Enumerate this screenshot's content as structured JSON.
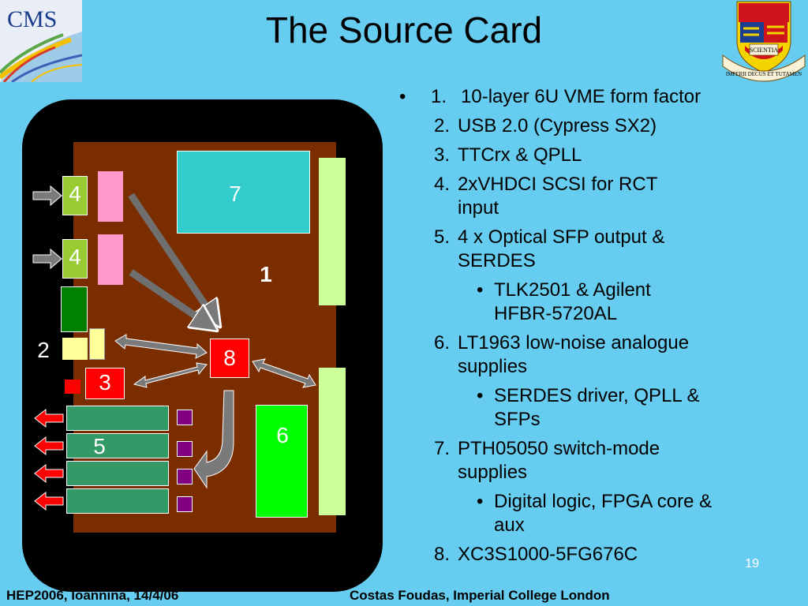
{
  "title": "The Source Card",
  "bullets": {
    "lead": "•",
    "items": [
      {
        "num": "1.",
        "text": "10-layer 6U VME form factor"
      },
      {
        "num": "2.",
        "text": "USB 2.0 (Cypress SX2)"
      },
      {
        "num": "3.",
        "text": "TTCrx & QPLL"
      },
      {
        "num": "4.",
        "text": "2xVHDCI SCSI for RCT input"
      },
      {
        "num": "5.",
        "text": "4 x Optical SFP output & SERDES",
        "sub": [
          "TLK2501 & Agilent HFBR-5720AL"
        ]
      },
      {
        "num": "6.",
        "text": "LT1963 low-noise analogue supplies",
        "sub": [
          "SERDES driver, QPLL & SFPs"
        ]
      },
      {
        "num": "7.",
        "text": "PTH05050 switch-mode supplies",
        "sub": [
          "Digital logic, FPGA core & aux"
        ]
      },
      {
        "num": "8.",
        "text": "XC3S1000-5FG676C"
      }
    ]
  },
  "diagram": {
    "labels": {
      "l1": "1",
      "l2": "2",
      "l3": "3",
      "l4a": "4",
      "l4b": "4",
      "l5": "5",
      "l6": "6",
      "l7": "7",
      "l8": "8"
    },
    "colors": {
      "frame": "#000000",
      "pcb": "#7a2e00",
      "fpga": "#ff0000",
      "usb": "#00ff00",
      "supply7": "#33cccc",
      "connector": "#ccff99",
      "scsi": "#99cc33",
      "sfp": "#339966",
      "serdes": "#800080",
      "arrow": "#ff0000",
      "pink": "#ff99cc"
    }
  },
  "logos": {
    "cms": "CMS",
    "crest_scroll": "SCIENTIA",
    "crest_motto": "IMPERII DECUS ET TUTAMEN"
  },
  "page_number": "19",
  "footer": {
    "left": "HEP2006, Ioannina, 14/4/06",
    "right": "Costas Foudas, Imperial College London"
  }
}
